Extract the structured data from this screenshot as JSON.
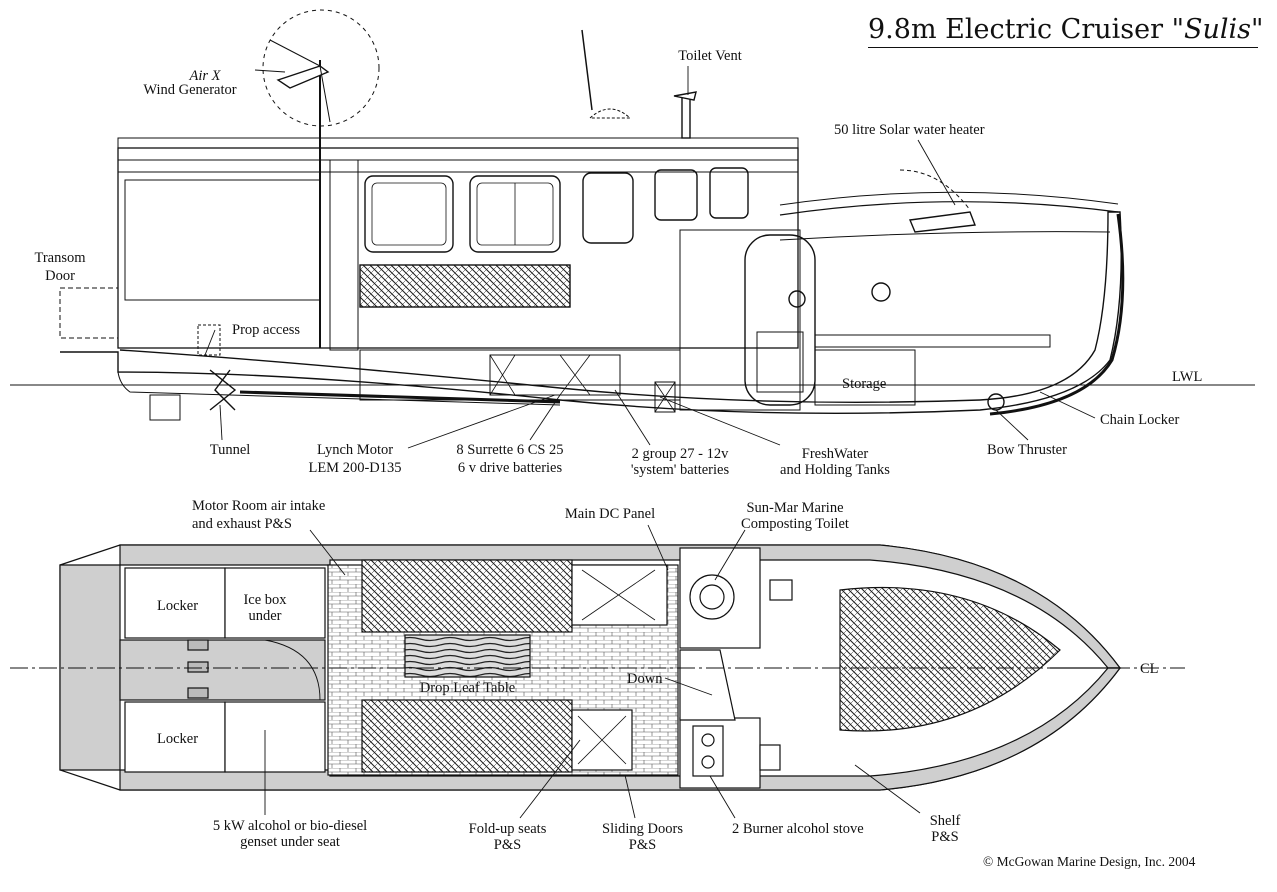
{
  "title": {
    "main": "9.8m Electric Cruiser ",
    "name": "\"Sulis\""
  },
  "labels": {
    "air_x": "Air X",
    "wind_generator": "Wind Generator",
    "toilet_vent": "Toilet Vent",
    "solar_heater": "50 litre Solar water heater",
    "transom_door_1": "Transom",
    "transom_door_2": "Door",
    "prop_access": "Prop access",
    "storage": "Storage",
    "lwl": "LWL",
    "chain_locker": "Chain Locker",
    "tunnel": "Tunnel",
    "lynch_motor_1": "Lynch Motor",
    "lynch_motor_2": "LEM 200-D135",
    "drive_batt_1": "8 Surrette 6 CS 25",
    "drive_batt_2": "6 v  drive batteries",
    "sys_batt_1": "2 group 27 - 12v",
    "sys_batt_2": "'system' batteries",
    "tanks_1": "FreshWater",
    "tanks_2": "and Holding Tanks",
    "bow_thruster": "Bow Thruster",
    "motor_room_1": "Motor Room air intake",
    "motor_room_2": "and exhaust P&S",
    "main_dc_panel": "Main DC Panel",
    "toilet_1": "Sun-Mar Marine",
    "toilet_2": "Composting Toilet",
    "locker_top": "Locker",
    "ice_box_1": "Ice box",
    "ice_box_2": "under",
    "drop_leaf_table": "Drop Leaf Table",
    "down": "Down",
    "centerline": "CL",
    "locker_bottom": "Locker",
    "genset_1": "5  kW alcohol or bio-diesel",
    "genset_2": "genset under seat",
    "fold_seats_1": "Fold-up seats",
    "fold_seats_2": "P&S",
    "sliding_doors_1": "Sliding Doors",
    "sliding_doors_2": "P&S",
    "stove": "2 Burner alcohol stove",
    "shelf_1": "Shelf",
    "shelf_2": "P&S",
    "copyright": "© McGowan Marine Design, Inc. 2004"
  }
}
